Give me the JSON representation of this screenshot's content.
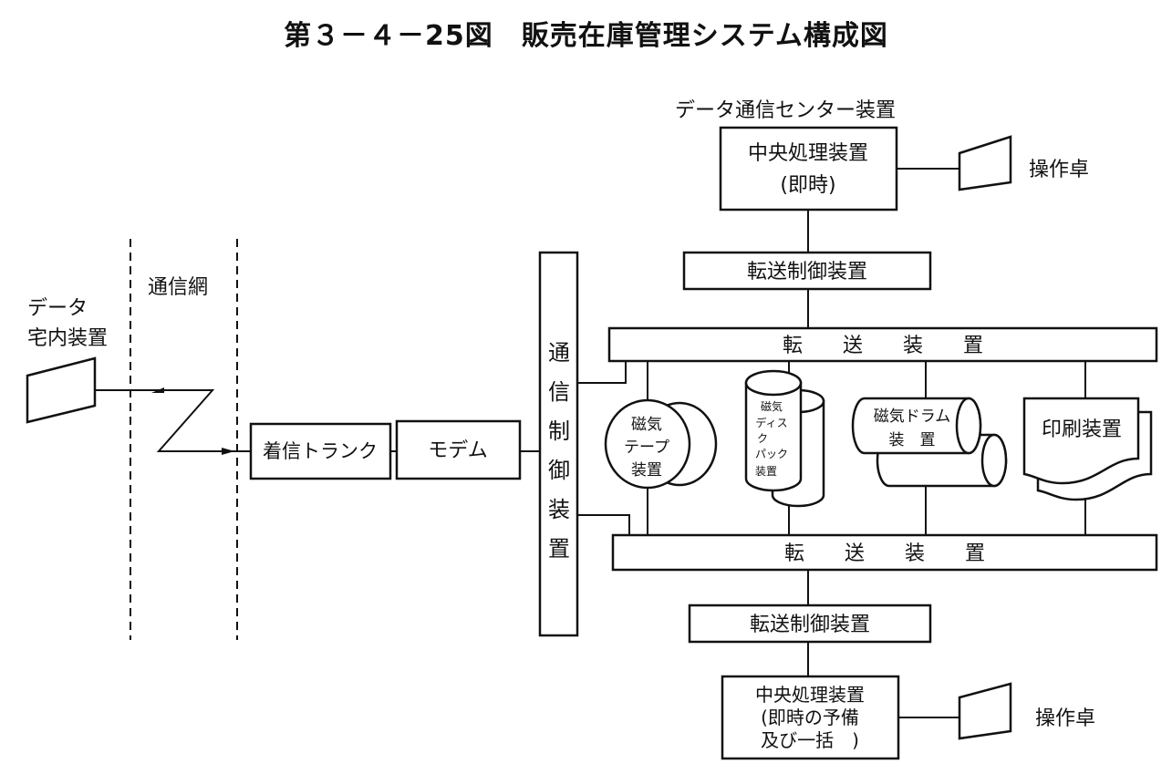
{
  "title": "第３－４－25図　販売在庫管理システム構成図",
  "labels": {
    "data_center": "データ通信センター装置",
    "cpu_top_line1": "中央処理装置",
    "cpu_top_line2": "(即時)",
    "console": "操作卓",
    "transfer_ctrl": "転送制御装置",
    "transfer": "転　　送　　装　　置",
    "network": "通信網",
    "terminal_line1": "データ",
    "terminal_line2": "宅内装置",
    "incoming_trunk": "着信トランク",
    "modem": "モデム",
    "comm_ctrl": [
      "通",
      "信",
      "制",
      "御",
      "装",
      "置"
    ],
    "mag_tape": [
      "磁気",
      "テープ",
      "装置"
    ],
    "mag_disk": [
      "磁気",
      "ディス",
      "ク",
      "パック",
      "装置"
    ],
    "mag_drum": [
      "磁気ドラム",
      "装　置"
    ],
    "printer": "印刷装置",
    "cpu_bottom_line1": "中央処理装置",
    "cpu_bottom_line2": "(即時の予備",
    "cpu_bottom_line3": "及び一括　)"
  }
}
